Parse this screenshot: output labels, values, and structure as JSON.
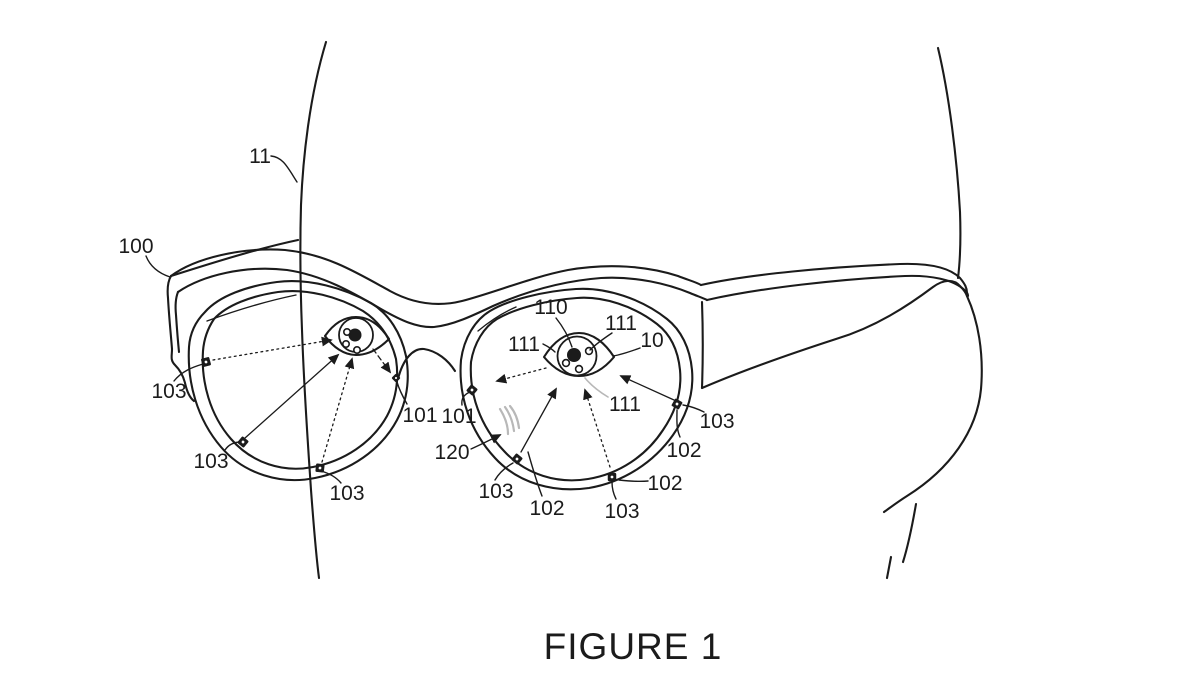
{
  "figure": {
    "caption": "FIGURE 1",
    "type": "patent-line-drawing",
    "subject": "smart glasses with eye-tracking sensors worn on a head outline"
  },
  "colors": {
    "ink": "#1b1b1b",
    "light_gray": "#b8b8b8",
    "background": "#ffffff"
  },
  "labels": {
    "l11": "11",
    "l100": "100",
    "l103_left_upper": "103",
    "l103_left_lower": "103",
    "l103_left_bottom": "103",
    "l101_left": "101",
    "l101_right": "101",
    "l120": "120",
    "l103_right_lower_left": "103",
    "l102_bottom_left": "102",
    "l103_bottom_right": "103",
    "l102_right_mid": "102",
    "l102_right_upper": "102",
    "l103_right_side": "103",
    "l110": "110",
    "l111_top": "111",
    "l111_left": "111",
    "l111_bottom": "111",
    "l10": "10"
  }
}
